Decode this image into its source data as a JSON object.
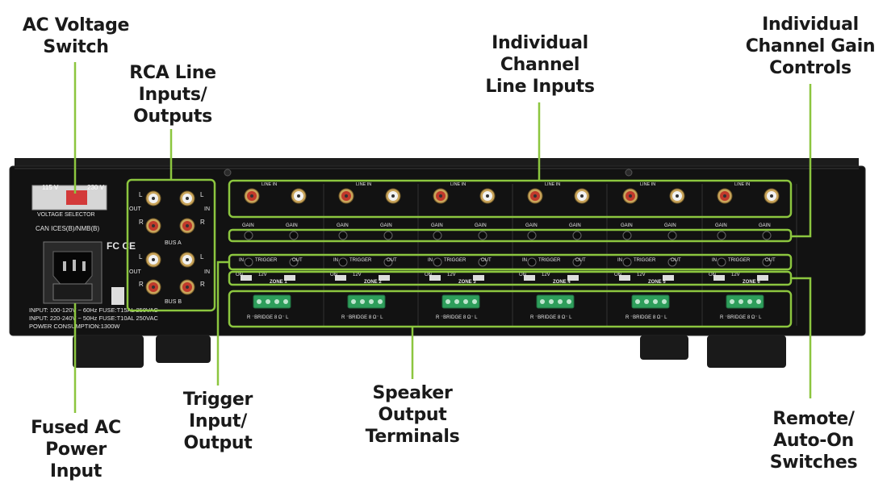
{
  "callouts": {
    "ac_voltage_switch": "AC Voltage\nSwitch",
    "rca_line_io": "RCA Line\nInputs/\nOutputs",
    "channel_line_inputs": "Individual\nChannel\nLine Inputs",
    "channel_gain": "Individual\nChannel Gain\nControls",
    "fused_ac_input": "Fused AC\nPower\nInput",
    "trigger_io": "Trigger\nInput/\nOutput",
    "speaker_terminals": "Speaker\nOutput\nTerminals",
    "remote_auto_on": "Remote/\nAuto-On\nSwitches"
  },
  "panel": {
    "voltage_115": "115 V",
    "voltage_230": "230 V",
    "voltage_selector": "VOLTAGE SELECTOR",
    "certification": "CAN ICES(B)/NMB(B)",
    "fc_ce": "FC CE",
    "power_input_1": "INPUT: 100-120V ~ 60Hz FUSE:T15AL 250VAC",
    "power_input_2": "INPUT: 220-240V ~ 50Hz FUSE:T10AL 250VAC",
    "power_consumption": "POWER CONSUMPTION:1300W",
    "bus_a": "BUS A",
    "bus_b": "BUS B",
    "letter_l": "L",
    "letter_r": "R",
    "out": "OUT",
    "in": "IN"
  },
  "zone_labels": {
    "line_in": "LINE IN",
    "gain": "GAIN",
    "trigger_in": "IN",
    "trigger": "TRIGGER",
    "trigger_out": "OUT",
    "on": "ON",
    "twelve_v": "12V",
    "bridge": "R ⁻BRIDGE 8 Ω⁻ L"
  },
  "zones": [
    "ZONE 1",
    "ZONE 2",
    "ZONE 3",
    "ZONE 4",
    "ZONE 5",
    "ZONE 6"
  ],
  "colors": {
    "callout": "#8cc63f",
    "chassis": "#111111",
    "rca_red": "#c0392b",
    "terminal_green": "#2e9e5b"
  }
}
